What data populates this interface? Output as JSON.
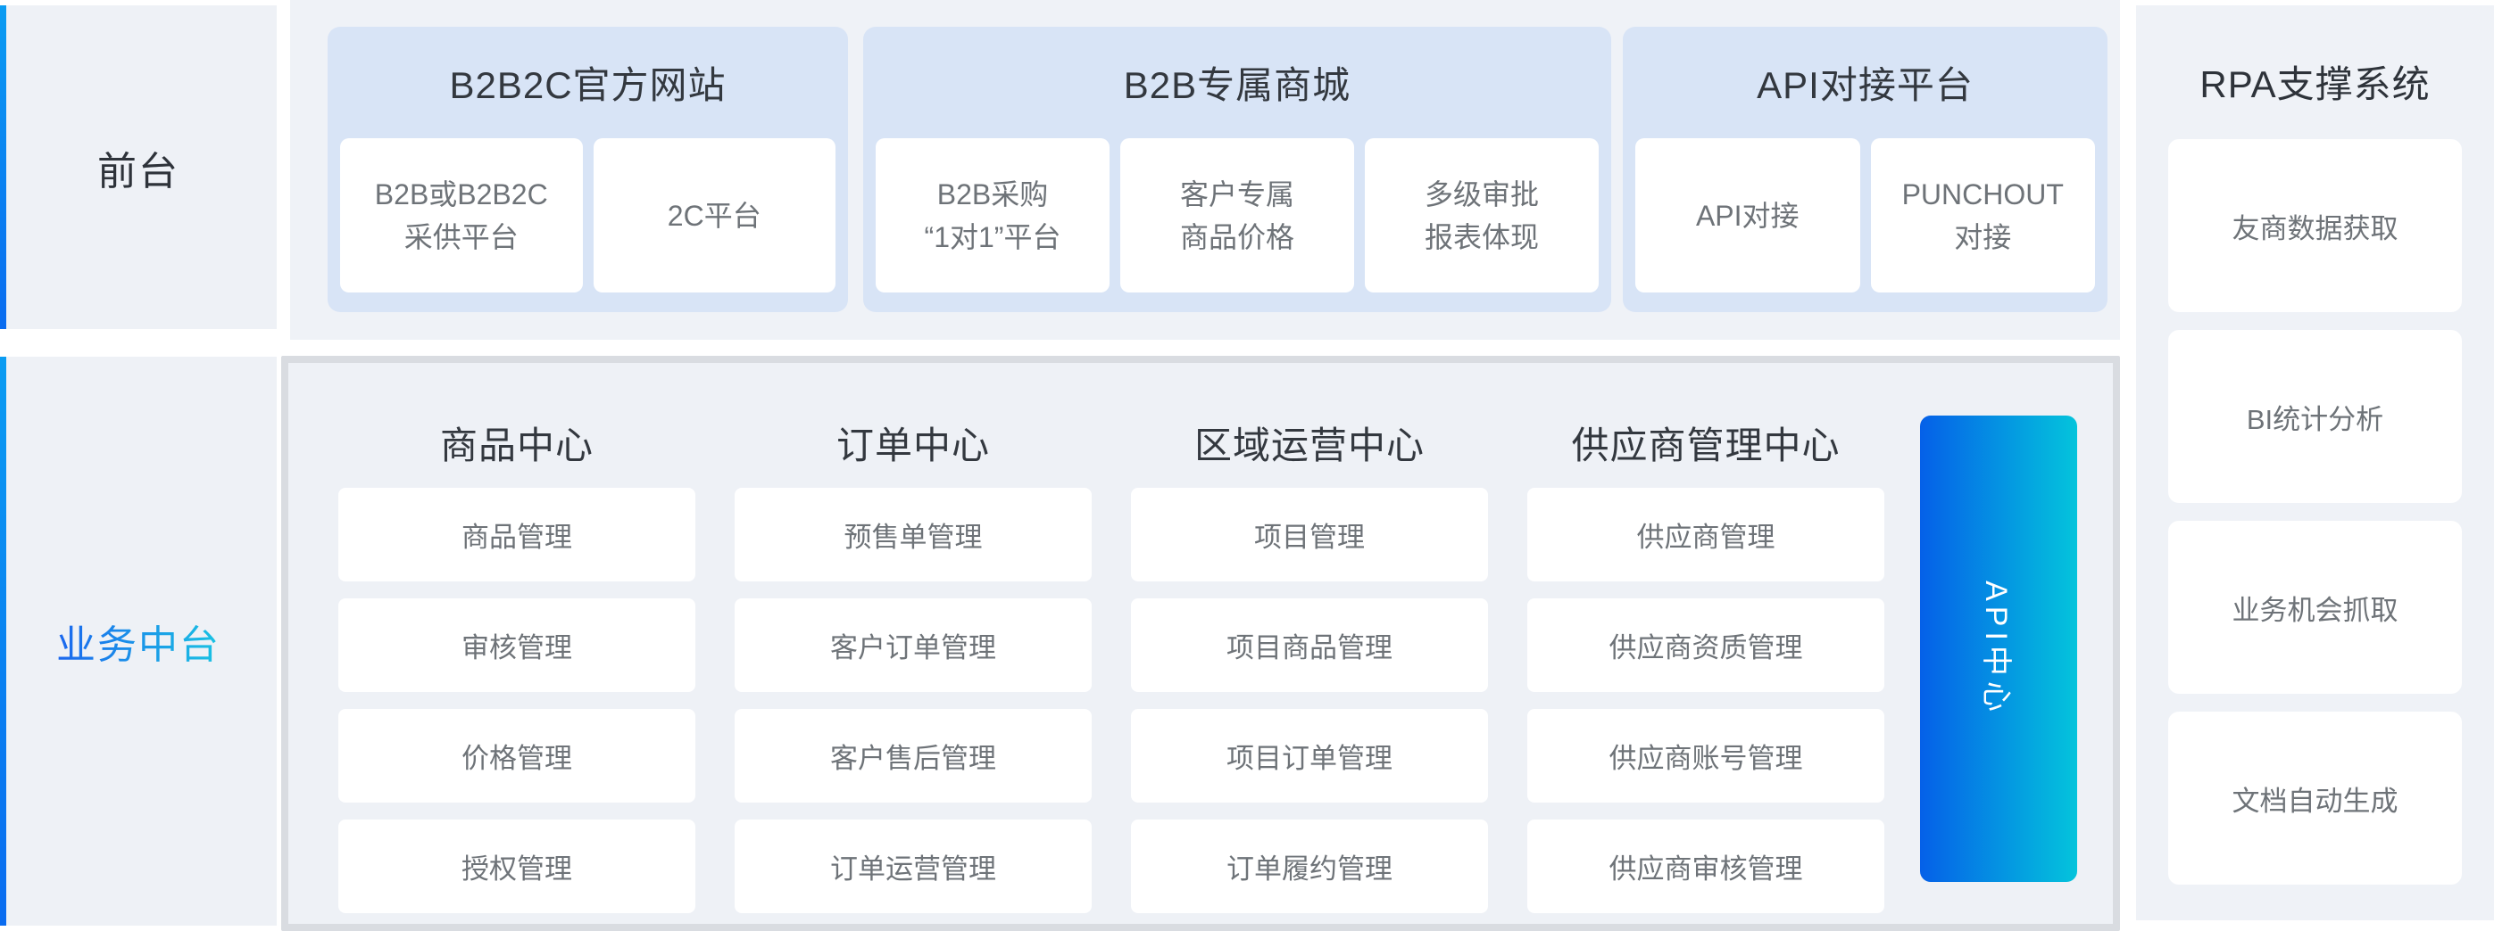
{
  "colors": {
    "accent_bar_top": "#0b9cf2",
    "accent_bar_bottom": "#0a6cf0",
    "stage_label_gradient_from": "#1b66ee",
    "stage_label_gradient_to": "#19c3e3",
    "group_card_blue": "#d8e4f6",
    "panel_bg": "#eff2f7",
    "mid_panel_bg": "#eef1f6",
    "mid_panel_border": "#d9dce1",
    "api_bar_gradient_from": "#0560e8",
    "api_bar_gradient_to": "#04c4dc",
    "heading_text": "#33383f",
    "card_text": "#6e7378"
  },
  "sidebar": {
    "front_label": "前台",
    "middle_label": "业务中台"
  },
  "front_stage": {
    "groups": [
      {
        "title": "B2B2C官方网站",
        "items": [
          "B2B或B2B2C\n采供平台",
          "2C平台"
        ]
      },
      {
        "title": "B2B专属商城",
        "items": [
          "B2B采购\n“1对1”平台",
          "客户专属\n商品价格",
          "多级审批\n报表体现"
        ]
      },
      {
        "title": "API对接平台",
        "items": [
          "API对接",
          "PUNCHOUT\n对接"
        ]
      }
    ]
  },
  "middle_stage": {
    "columns": [
      {
        "title": "商品中心",
        "items": [
          "商品管理",
          "审核管理",
          "价格管理",
          "授权管理"
        ]
      },
      {
        "title": "订单中心",
        "items": [
          "预售单管理",
          "客户订单管理",
          "客户售后管理",
          "订单运营管理"
        ]
      },
      {
        "title": "区域运营中心",
        "items": [
          "项目管理",
          "项目商品管理",
          "项目订单管理",
          "订单履约管理"
        ]
      },
      {
        "title": "供应商管理中心",
        "items": [
          "供应商管理",
          "供应商资质管理",
          "供应商账号管理",
          "供应商审核管理"
        ]
      }
    ],
    "api_center_label": "API中心"
  },
  "rpa": {
    "title": "RPA支撑系统",
    "items": [
      "友商数据获取",
      "BI统计分析",
      "业务机会抓取",
      "文档自动生成"
    ]
  }
}
